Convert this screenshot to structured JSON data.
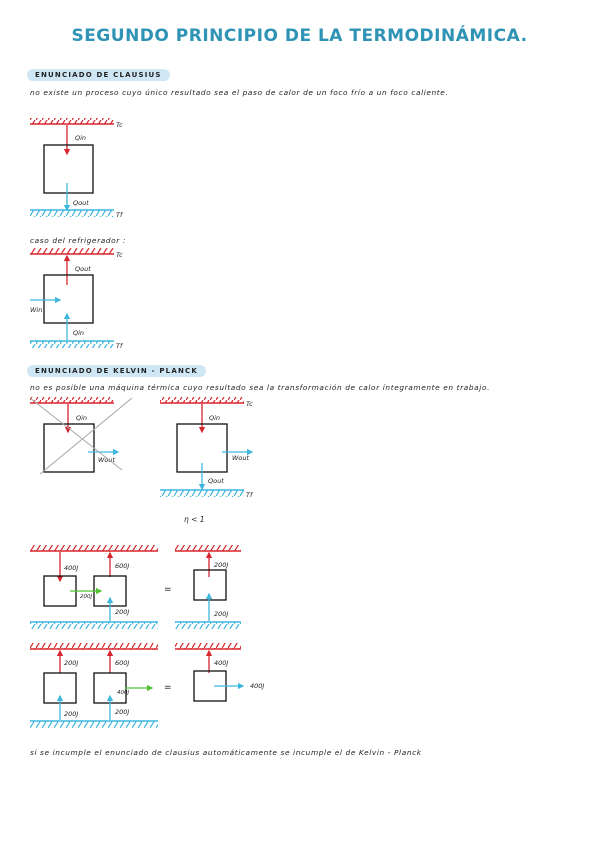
{
  "title": "SEGUNDO PRINCIPIO DE LA TERMODINÁMICA.",
  "clausius": {
    "heading": "ENUNCIADO DE CLAUSIUS",
    "statement": "no existe un proceso cuyo único resultado sea el paso de calor de un foco frío a un foco caliente.",
    "fig1": {
      "hot": "Tc",
      "cold": "Tf",
      "qin": "Qin",
      "qout": "Qout"
    },
    "fridge_label": "caso del refrigerador :",
    "fig2": {
      "hot": "Tc",
      "cold": "Tf",
      "qout": "Qout",
      "win": "Win",
      "qin": "Qin"
    }
  },
  "kelvin": {
    "heading": "ENUNCIADO DE KELVIN - PLANCK",
    "statement": "no es posible una máquina térmica cuyo resultado sea la transformación de calor íntegramente en trabajo.",
    "fig_cross": {
      "qin": "Qin",
      "wout": "Wout"
    },
    "fig_real": {
      "hot": "Tc",
      "cold": "Tf",
      "qin": "Qin",
      "wout": "Wout",
      "qout": "Qout"
    },
    "efficiency": "η < 1"
  },
  "example1": {
    "left_in": "400J",
    "right_out": "600J",
    "work": "200J",
    "right_in": "200J",
    "equals": "=",
    "result_top": "200J",
    "result_bottom": "200J"
  },
  "example2": {
    "left_top": "200J",
    "right_top": "600J",
    "work": "400J",
    "left_bottom": "200J",
    "right_bottom": "200J",
    "equals": "=",
    "result_top": "400J",
    "result_out": "400J"
  },
  "conclusion": "si se incumple el enunciado de clausius automáticamente se incumple el de Kelvin - Planck",
  "colors": {
    "hot": "#d8262e",
    "cold": "#3fb6dd",
    "work": "#3fb6dd",
    "green": "#52c234",
    "title": "#2e93b5",
    "pill": "#cfe7f5"
  }
}
